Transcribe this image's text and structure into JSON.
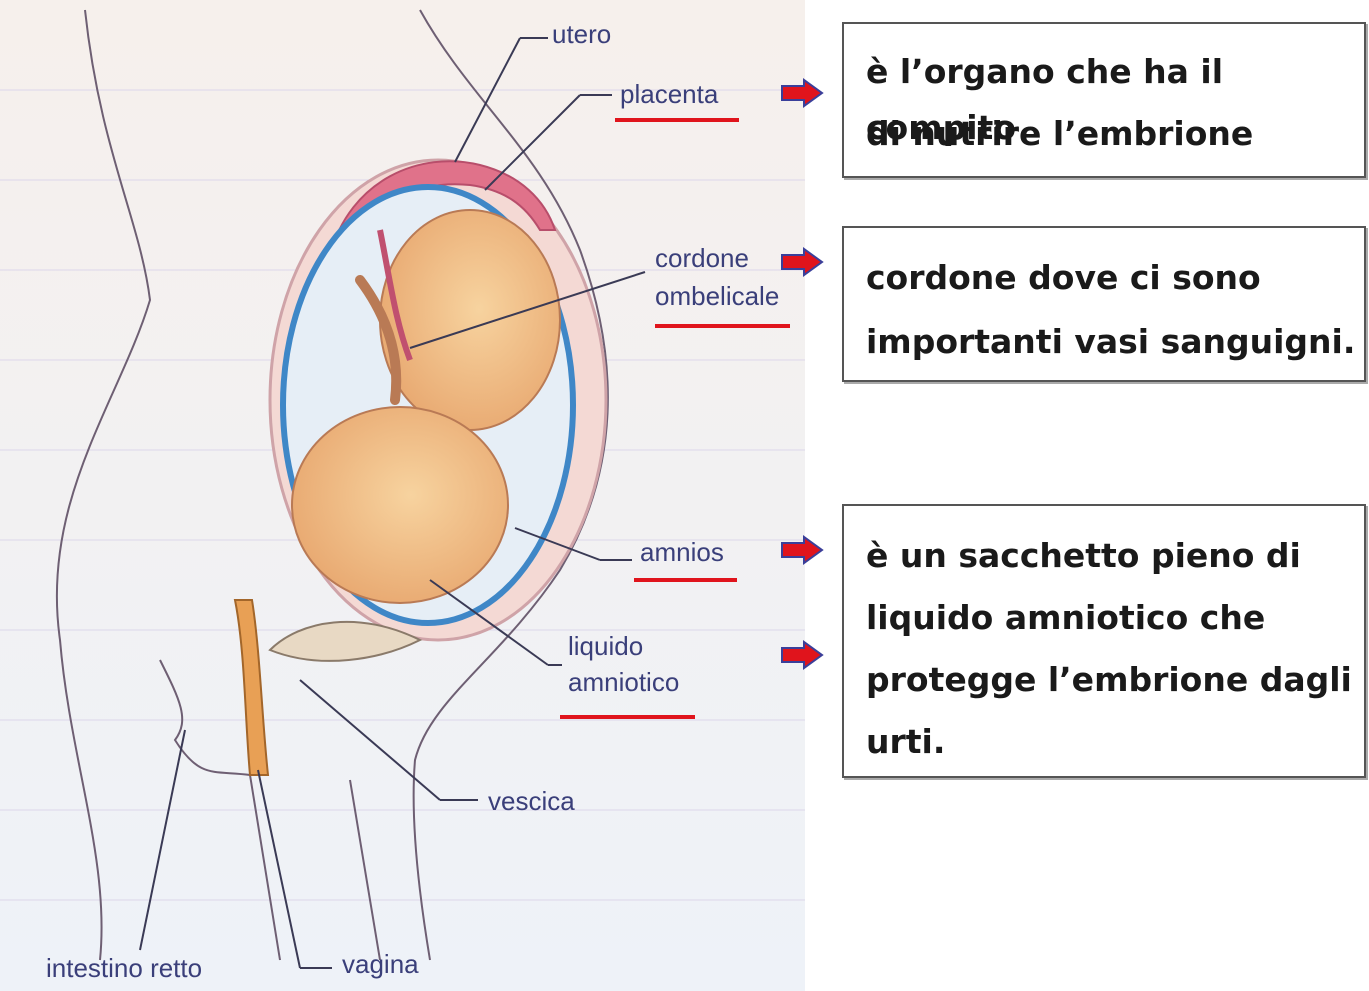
{
  "labels": {
    "utero": "utero",
    "placenta": "placenta",
    "cordone_line1": "cordone",
    "cordone_line2": "ombelicale",
    "amnios": "amnios",
    "liquido_line1": "liquido",
    "liquido_line2": "amniotico",
    "vescica": "vescica",
    "intestino": "intestino retto",
    "vagina": "vagina"
  },
  "boxes": {
    "placenta_l1": "è l’organo che ha il compito",
    "placenta_l2": "di nutrire l’embrione",
    "cordone_l1": "cordone dove ci sono",
    "cordone_l2": "importanti vasi sanguigni.",
    "amnios_l1": "è un sacchetto pieno di",
    "amnios_l2": "liquido amniotico che",
    "amnios_l3": "protegge l’embrione dagli",
    "amnios_l4": "urti."
  },
  "colors": {
    "underline": "#e0141c",
    "arrow_fill": "#e0141c",
    "arrow_outline": "#3a3f9a",
    "label_text": "#3a3f7a"
  }
}
